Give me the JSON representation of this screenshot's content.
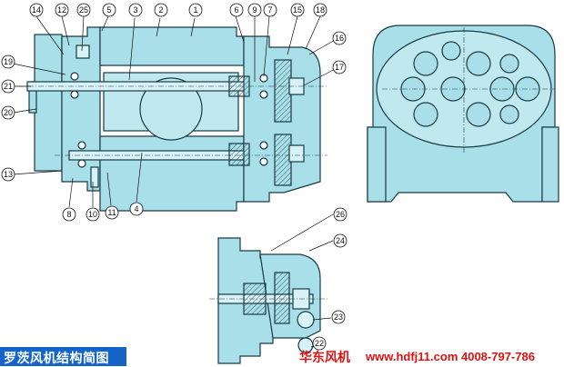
{
  "colors": {
    "fill": "#a8dfe8",
    "fill_dark": "#7fc4d2",
    "stroke": "#1a3a44",
    "caption_bg": "#1565c8",
    "brand_red": "#e01010"
  },
  "callouts": [
    "1",
    "2",
    "3",
    "4",
    "5",
    "6",
    "7",
    "8",
    "9",
    "10",
    "11",
    "12",
    "13",
    "14",
    "15",
    "16",
    "17",
    "18",
    "19",
    "20",
    "21",
    "22",
    "23",
    "24",
    "25",
    "26"
  ],
  "footer": {
    "caption": "罗茨风机结构简图",
    "brand": "华东风机",
    "contact": "www.hdfj11.com 4008-797-786"
  }
}
